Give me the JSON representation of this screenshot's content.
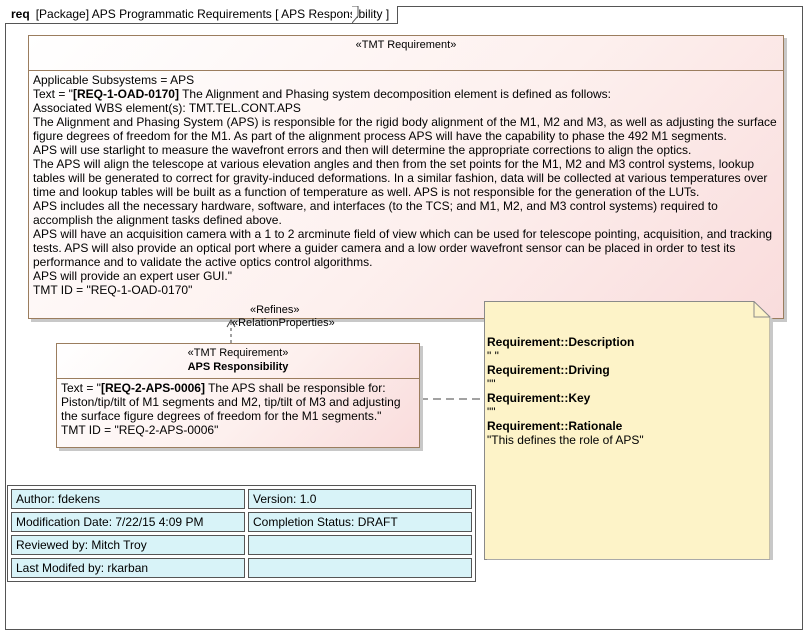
{
  "frame": {
    "keyword": "req",
    "title": "[Package] APS Programmatic Requirements [ APS Responsibility ]"
  },
  "main_requirement": {
    "stereotype": "«TMT Requirement»",
    "lines": [
      {
        "pre": "Applicable Subsystems = APS",
        "bold": "",
        "post": ""
      },
      {
        "pre": "Text = \"",
        "bold": "[REQ-1-OAD-0170]",
        "post": " The Alignment and Phasing system decomposition element is defined as follows:"
      },
      {
        "pre": "Associated WBS element(s): TMT.TEL.CONT.APS",
        "bold": "",
        "post": ""
      },
      {
        "pre": "The Alignment and Phasing System (APS) is responsible for the rigid body alignment of the M1, M2 and M3, as well as adjusting the surface figure degrees of freedom for the M1. As part of the alignment process APS will have the capability to phase the 492 M1 segments.",
        "bold": "",
        "post": ""
      },
      {
        "pre": "APS will use starlight to measure the wavefront errors and then will determine the appropriate corrections to align the optics.",
        "bold": "",
        "post": ""
      },
      {
        "pre": "The APS will align the telescope at various elevation angles and then from the set points for the M1, M2 and M3 control systems, lookup tables will be generated to correct for gravity-induced deformations. In a similar fashion, data will be collected at various temperatures over time and lookup tables will be built as a function of temperature as well. APS is not responsible for the generation of the LUTs.",
        "bold": "",
        "post": ""
      },
      {
        "pre": "APS includes all the necessary hardware, software, and interfaces (to the TCS; and M1, M2, and M3 control systems) required to accomplish the alignment tasks defined above.",
        "bold": "",
        "post": ""
      },
      {
        "pre": "APS will have an acquisition camera with a 1 to 2 arcminute field of view which can be used for telescope pointing, acquisition, and tracking tests. APS will also provide an optical port where a guider camera and a low order wavefront sensor can be placed in order to test its performance and to validate the active optics control algorithms.",
        "bold": "",
        "post": ""
      },
      {
        "pre": "APS will provide an expert user GUI.\"",
        "bold": "",
        "post": ""
      },
      {
        "pre": "TMT ID = \"REQ-1-OAD-0170\"",
        "bold": "",
        "post": ""
      }
    ]
  },
  "relation": {
    "stereotype1": "«Refines»",
    "stereotype2": "«RelationProperties»"
  },
  "aps_requirement": {
    "stereotype": "«TMT Requirement»",
    "name": "APS Responsibility",
    "text_pre": "Text = \"",
    "text_bold": "[REQ-2-APS-0006]",
    "text_post": " The APS shall be responsible for: Piston/tip/tilt of M1 segments and M2, tip/tilt of M3 and adjusting the surface figure degrees of freedom for the M1 segments.\"",
    "tmt_id": "TMT ID = \"REQ-2-APS-0006\""
  },
  "note": {
    "entries": [
      {
        "key": "Requirement::Description",
        "value": "\" \""
      },
      {
        "key": "Requirement::Driving",
        "value": "\"\""
      },
      {
        "key": "Requirement::Key",
        "value": "\"\""
      },
      {
        "key": "Requirement::Rationale",
        "value": "\"This defines the role of APS\""
      }
    ]
  },
  "info_table": {
    "rows": [
      [
        "Author: fdekens",
        "Version: 1.0"
      ],
      [
        "Modification Date: 7/22/15 4:09 PM",
        "Completion Status: DRAFT"
      ],
      [
        "Reviewed by: Mitch Troy",
        ""
      ],
      [
        "Last Modifed by: rkarban",
        ""
      ]
    ]
  },
  "colors": {
    "requirement_border": "#9b7d5e",
    "note_fill": "#fdf3c8",
    "table_cell": "#d8f3f8"
  }
}
